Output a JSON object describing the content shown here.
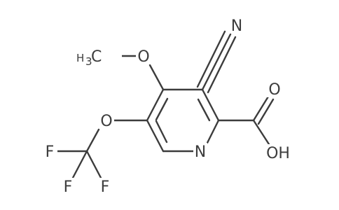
{
  "labels": {
    "n_nitrile": "N",
    "n_ring": "N",
    "o_methoxy": "O",
    "o_ether": "O",
    "o_carbonyl": "O",
    "oh": "OH",
    "ch3_c": "C",
    "ch3_h": "H",
    "ch3_sub": "3",
    "f_left": "F",
    "f_bottom": "F",
    "f_right": "F"
  },
  "colors": {
    "ink": "#3c3c3c",
    "background": "#ffffff"
  }
}
